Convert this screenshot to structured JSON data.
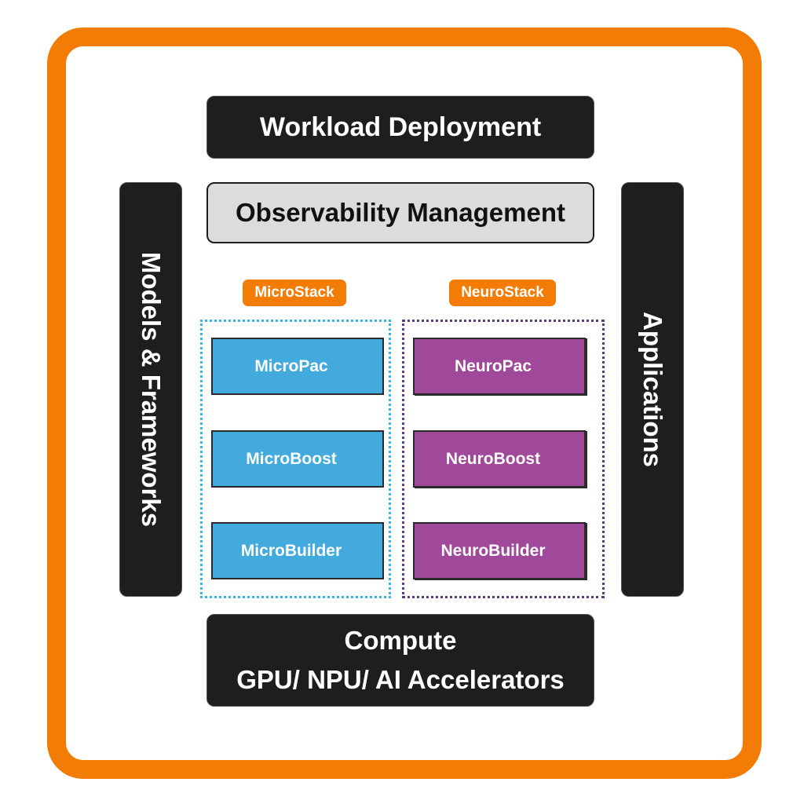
{
  "diagram": {
    "colors": {
      "frame": "#f27c05",
      "dark_box": "#1e1e1e",
      "observability_box": "#dcdcdc",
      "tag": "#f27c05",
      "micro": "#42aadc",
      "micro_border": "#33b5f0",
      "neuro": "#a04899",
      "neuro_border": "#5a3a82"
    },
    "top": {
      "label": "Workload Deployment"
    },
    "observability": {
      "label": "Observability Management"
    },
    "left_bar": {
      "label": "Models & Frameworks"
    },
    "right_bar": {
      "label": "Applications"
    },
    "stacks": [
      {
        "tag": "MicroStack",
        "modules": [
          "MicroPac",
          "MicroBoost",
          "MicroBuilder"
        ]
      },
      {
        "tag": "NeuroStack",
        "modules": [
          "NeuroPac",
          "NeuroBoost",
          "NeuroBuilder"
        ]
      }
    ],
    "bottom": {
      "line1": "Compute",
      "line2": "GPU/ NPU/ AI Accelerators"
    }
  }
}
